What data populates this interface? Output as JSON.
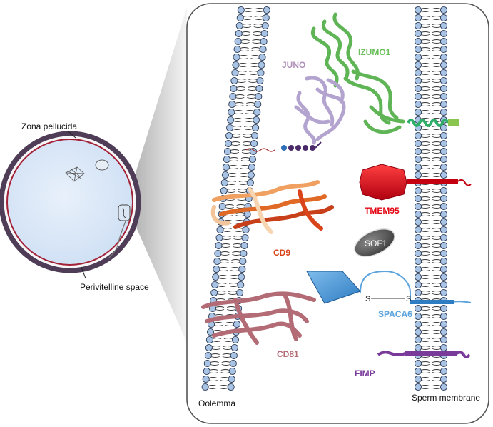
{
  "egg": {
    "zona_label": "Zona pellucida",
    "perivitelline_label": "Perivitelline space"
  },
  "membranes": {
    "oolemma_label": "Oolemma",
    "sperm_label": "Sperm membrane"
  },
  "proteins": {
    "izumo1": "IZUMO1",
    "juno": "JUNO",
    "tmem95": "TMEM95",
    "cd9": "CD9",
    "sof1": "SOF1",
    "spaca6": "SPACA6",
    "disulfide_s1": "S",
    "disulfide_s2": "S",
    "cd81": "CD81",
    "fimp": "FIMP"
  },
  "colors": {
    "izumo1": "#6abf5a",
    "juno": "#b3a3cf",
    "juno_label": "#b08fb8",
    "tmem95": "#e30613",
    "cd9": "#d9441a",
    "sof1": "#5a5a5a",
    "spaca6": "#5ba3dc",
    "cd81": "#b36b76",
    "fimp": "#7a3a9a",
    "lipid_head": "#a9c3e4",
    "zona": "#4f3c57",
    "oocyte": "#dde9f8",
    "oolemma_line": "#a32136"
  }
}
